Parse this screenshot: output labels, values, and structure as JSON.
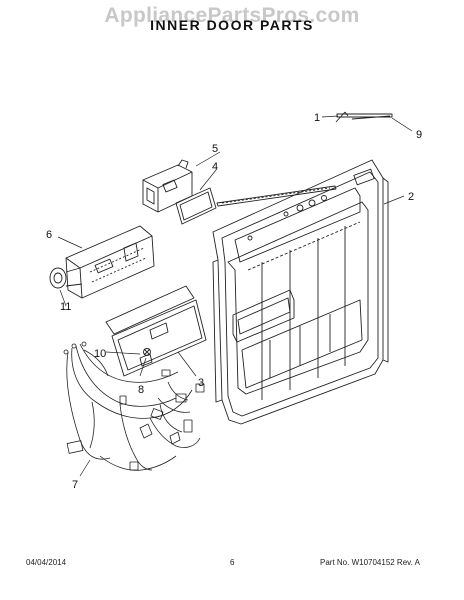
{
  "watermark": "AppliancePartsPros.com",
  "title": "INNER DOOR PARTS",
  "callouts": {
    "c1": "1",
    "c2": "2",
    "c3": "3",
    "c4": "4",
    "c5": "5",
    "c6": "6",
    "c7": "7",
    "c8": "8",
    "c9": "9",
    "c10": "10",
    "c11": "11"
  },
  "footer": {
    "date": "04/04/2014",
    "page": "6",
    "part": "Part No. W10704152  Rev. A"
  }
}
